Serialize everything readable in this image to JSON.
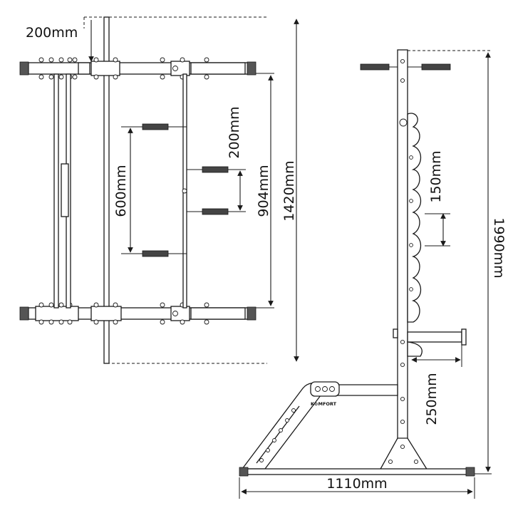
{
  "dimensions": {
    "top_offset": "200mm",
    "hook_spacing_top": "200mm",
    "hook_span": "600mm",
    "inner_width": "904mm",
    "top_depth": "1420mm",
    "jhook_pitch": "150mm",
    "total_height": "1990mm",
    "safety_arm": "250mm",
    "base_length": "1110mm"
  },
  "brand": {
    "logo": "K⊙MFORT"
  },
  "colors": {
    "line": "#1a1a1a",
    "background": "#ffffff",
    "knurl": "#444444"
  },
  "icons": [
    "arrow-head",
    "bolt",
    "knurled-grip",
    "end-cap"
  ]
}
